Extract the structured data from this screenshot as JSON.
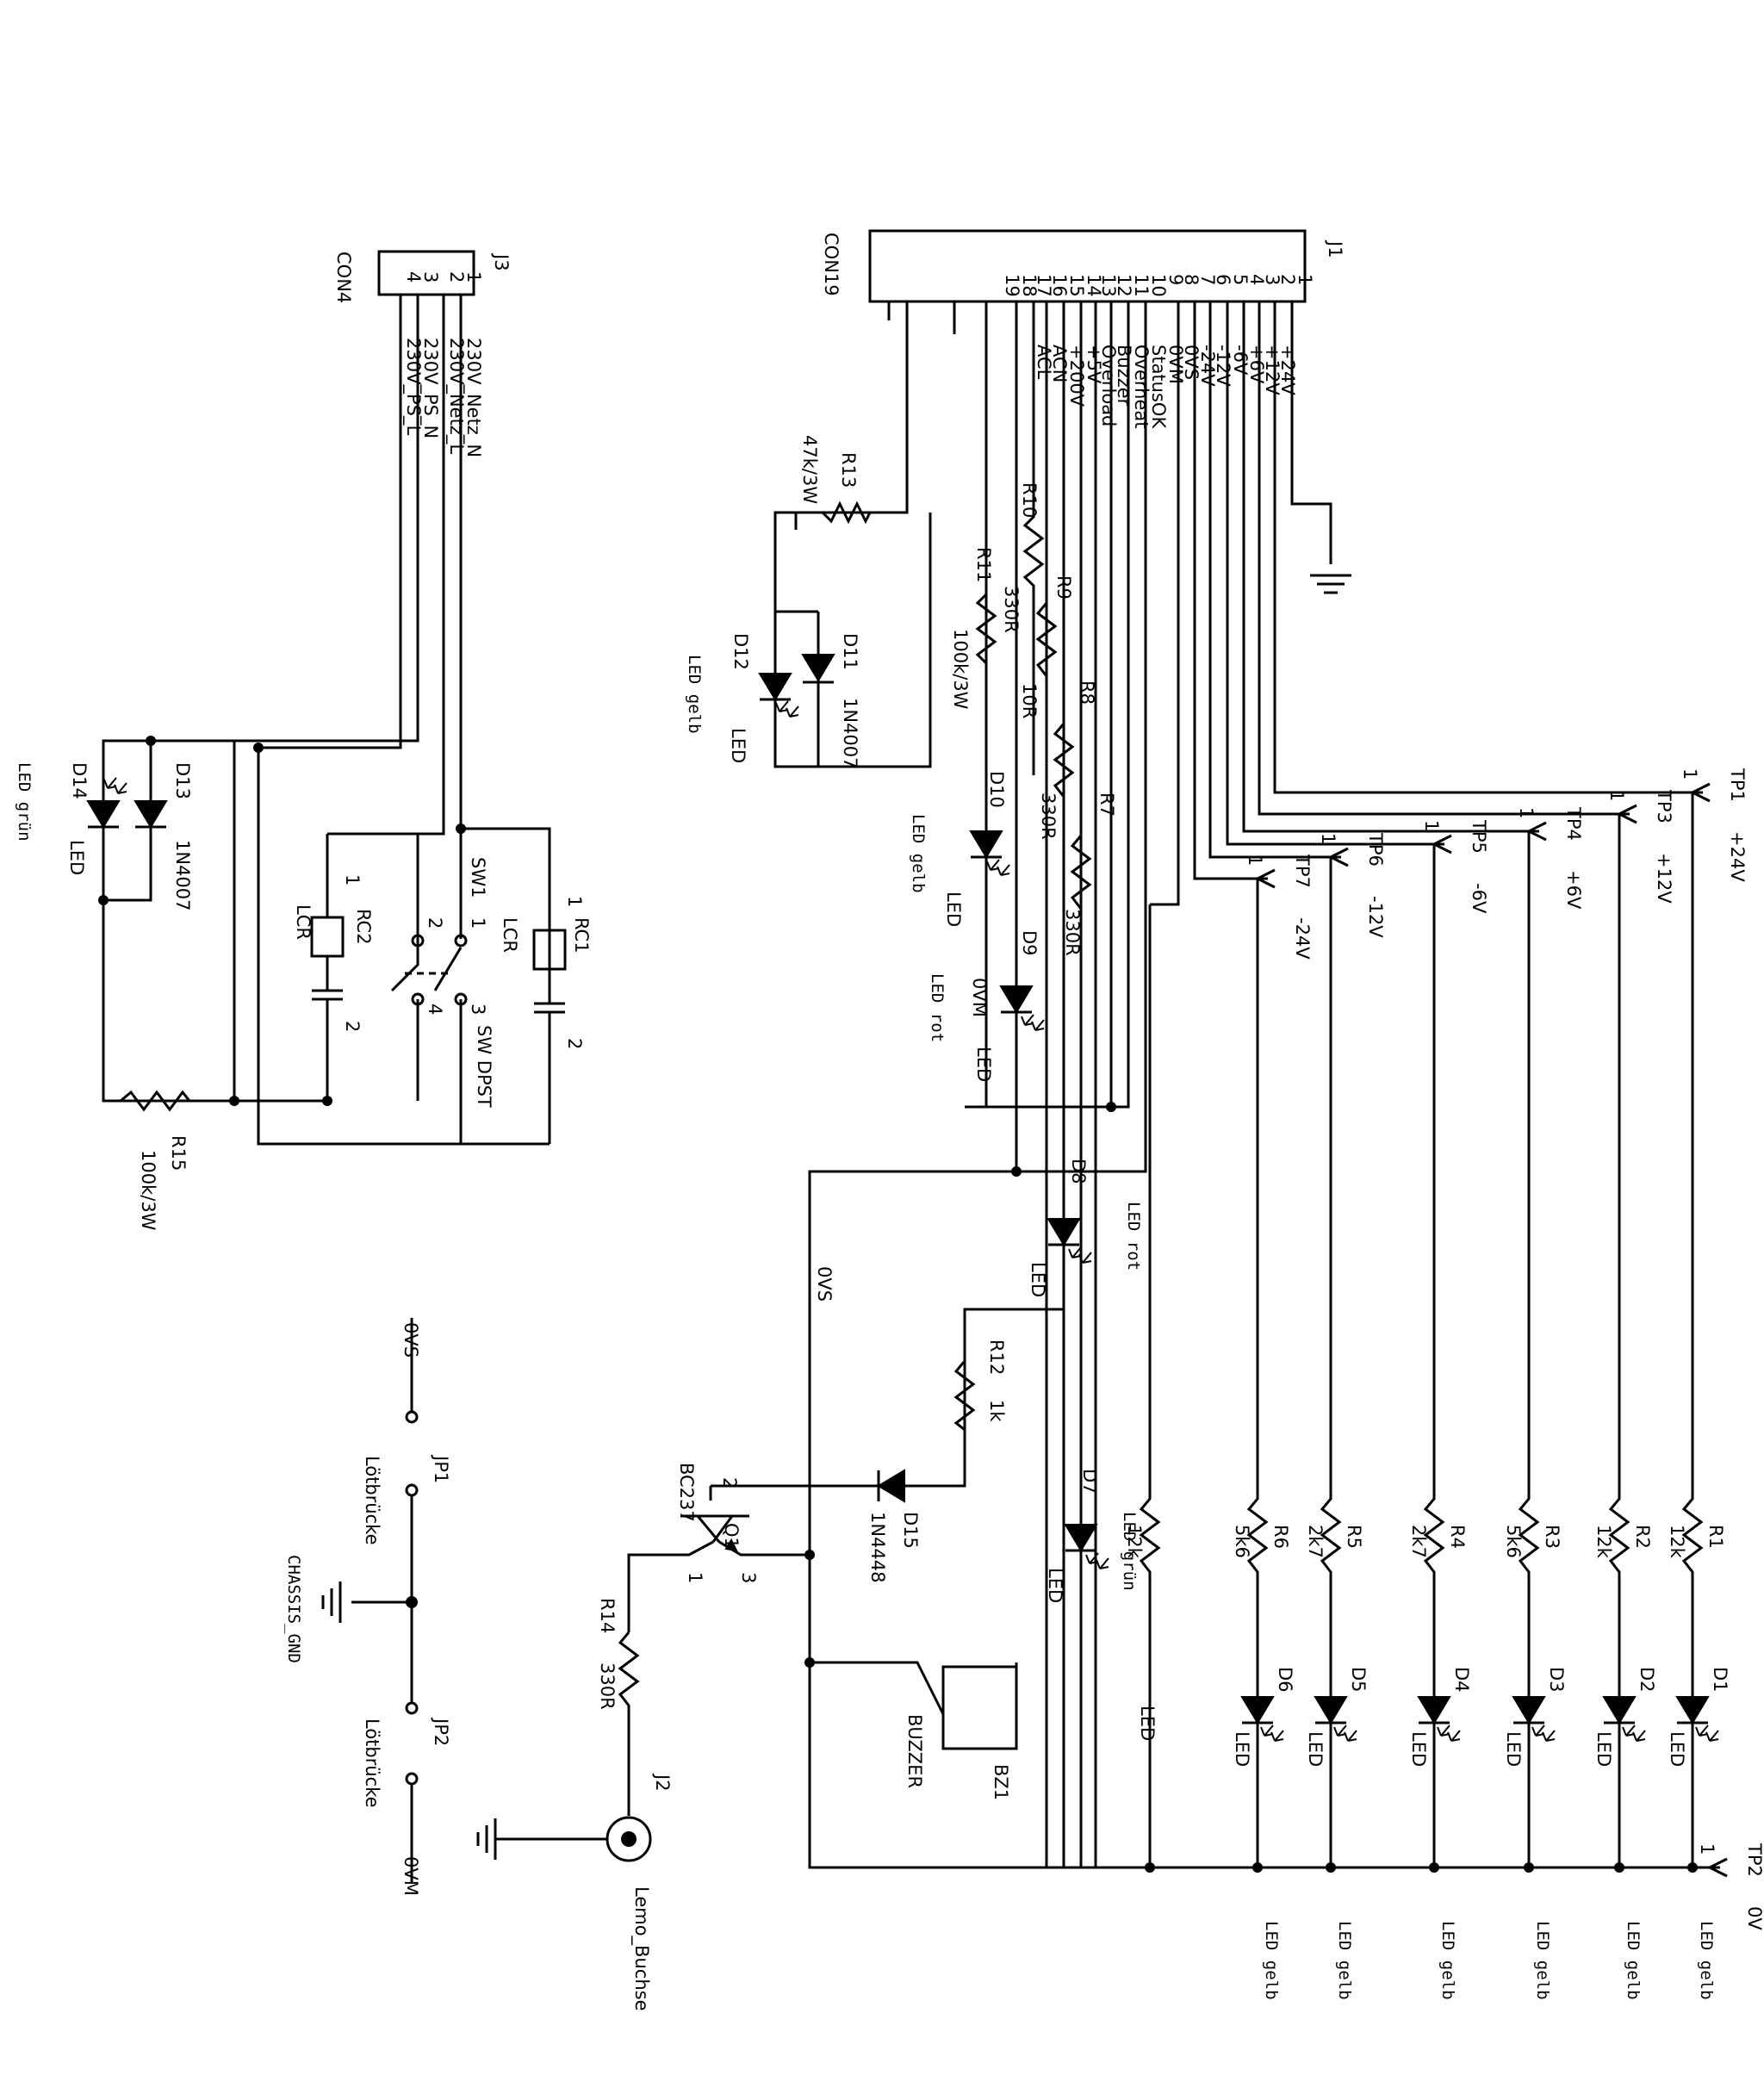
{
  "j1": {
    "ref": "J1",
    "part": "CON19",
    "pins": [
      "1",
      "2",
      "3",
      "4",
      "5",
      "6",
      "7",
      "8",
      "9",
      "10",
      "11",
      "12",
      "13",
      "14",
      "15",
      "16",
      "17",
      "18",
      "19"
    ],
    "nets": [
      "+24V",
      "+12V",
      "+6V",
      "-6V",
      "-12V",
      "-24V",
      "0VS",
      "0VM",
      "StatusOK",
      "Overheat",
      "Buzzer",
      "Overload",
      "+5V",
      "+200V",
      "ACN",
      "ACL"
    ]
  },
  "j3": {
    "ref": "J3",
    "part": "CON4",
    "pins": [
      "1",
      "2",
      "3",
      "4"
    ],
    "nets": [
      "230V_Netz_N",
      "230V_Netz_L",
      "230V_PS_N",
      "230V_PS_L"
    ]
  },
  "testpoints": [
    {
      "ref": "TP1",
      "net": "+24V",
      "pin": "1"
    },
    {
      "ref": "TP3",
      "net": "+12V",
      "pin": "1"
    },
    {
      "ref": "TP4",
      "net": "+6V",
      "pin": "1"
    },
    {
      "ref": "TP5",
      "net": "-6V",
      "pin": "1"
    },
    {
      "ref": "TP6",
      "net": "-12V",
      "pin": "1"
    },
    {
      "ref": "TP7",
      "net": "-24V",
      "pin": "1"
    },
    {
      "ref": "TP2",
      "net": "0V",
      "pin": "1"
    }
  ],
  "res_bottom": [
    {
      "ref": "R1",
      "val": "12k"
    },
    {
      "ref": "R2",
      "val": "12k"
    },
    {
      "ref": "R3",
      "val": "5k6"
    },
    {
      "ref": "R4",
      "val": "2k7"
    },
    {
      "ref": "R5",
      "val": "2k7"
    },
    {
      "ref": "R6",
      "val": "5k6"
    },
    {
      "ref": "",
      "val": "12k"
    }
  ],
  "leds_bottom": [
    {
      "ref": "D1",
      "type": "LED",
      "note": "LED gelb"
    },
    {
      "ref": "D2",
      "type": "LED",
      "note": "LED gelb"
    },
    {
      "ref": "D3",
      "type": "LED",
      "note": "LED gelb"
    },
    {
      "ref": "D4",
      "type": "LED",
      "note": "LED gelb"
    },
    {
      "ref": "D5",
      "type": "LED",
      "note": "LED gelb"
    },
    {
      "ref": "D6",
      "type": "LED",
      "note": "LED gelb"
    }
  ],
  "led_extra": "LED",
  "r7": {
    "ref": "R7",
    "val": "330R"
  },
  "r8": {
    "ref": "R8",
    "val": "330R"
  },
  "r9": {
    "ref": "R9",
    "val": "10R"
  },
  "r10": {
    "ref": "R10",
    "val": "330R"
  },
  "r11": {
    "ref": "R11",
    "val": "100k/3W"
  },
  "r12": {
    "ref": "R12",
    "val": "1k"
  },
  "r13": {
    "ref": "R13",
    "val": "47k/3W"
  },
  "r14": {
    "ref": "R14",
    "val": "330R"
  },
  "r15": {
    "ref": "R15",
    "val": "100k/3W"
  },
  "d7": {
    "ref": "D7",
    "type": "LED",
    "note": "LED grün"
  },
  "d8": {
    "ref": "D8",
    "type": "LED",
    "note": "LED rot"
  },
  "d9": {
    "ref": "D9",
    "type": "LED",
    "net": "0VM",
    "note": "LED rot"
  },
  "d10": {
    "ref": "D10",
    "type": "LED",
    "note": "LED gelb"
  },
  "d11": {
    "ref": "D11",
    "type": "1N4007"
  },
  "d12": {
    "ref": "D12",
    "type": "LED",
    "note": "LED gelb"
  },
  "d13": {
    "ref": "D13",
    "type": "1N4007"
  },
  "d14": {
    "ref": "D14",
    "type": "LED",
    "note": "LED grün"
  },
  "d15": {
    "ref": "D15",
    "type": "1N4448"
  },
  "q1": {
    "ref": "Q1",
    "type": "BC237",
    "pins": [
      "1",
      "2",
      "3"
    ]
  },
  "bz1": {
    "ref": "BZ1",
    "type": "BUZZER"
  },
  "j2": {
    "ref": "J2",
    "type": "Lemo_Buchse"
  },
  "jp1": {
    "ref": "JP1",
    "type": "Lötbrücke",
    "net": "0VS"
  },
  "jp2": {
    "ref": "JP2",
    "type": "Lötbrücke",
    "net": "0VM"
  },
  "chassis": "CHASSIS_GND",
  "net_0vs": "0VS",
  "rc1": {
    "ref": "RC1",
    "type": "LCR",
    "pins": [
      "1",
      "2"
    ]
  },
  "rc2": {
    "ref": "RC2",
    "type": "LCR",
    "pins": [
      "1",
      "2"
    ]
  },
  "sw1": {
    "ref": "SW1",
    "type": "SW DPST",
    "pins": [
      "1",
      "2",
      "3",
      "4"
    ]
  }
}
